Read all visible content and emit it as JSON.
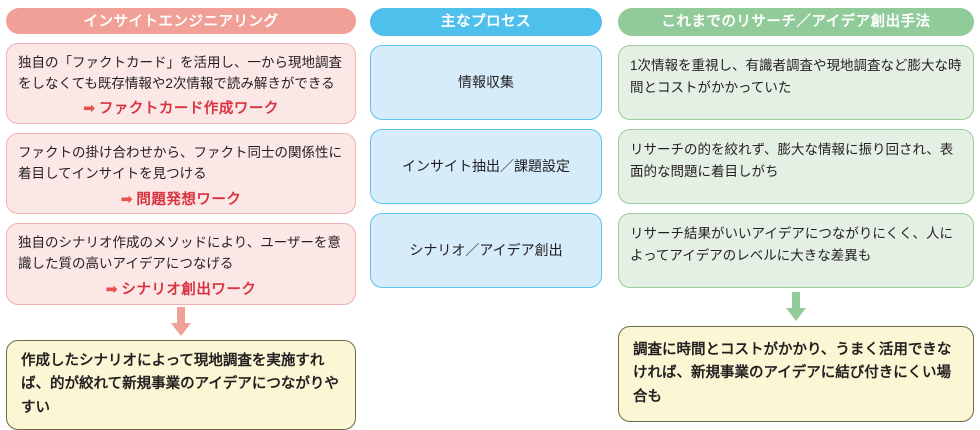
{
  "colors": {
    "pink_header": "#f0a097",
    "blue_header": "#4fc0ec",
    "green_header": "#92cb9a",
    "pink_body": "#fbe7e6",
    "blue_body": "#d6ecfa",
    "green_body": "#e4f0e3",
    "conclusion_body": "#fbf7d5",
    "work_text": "#d9333f",
    "pink_arrow": "#f0a097",
    "green_arrow": "#92cb9a"
  },
  "columns": {
    "left": {
      "header": "インサイトエンジニアリング",
      "items": [
        {
          "desc": "独自の「ファクトカード」を活用し、一から現地調査をしなくても既存情報や2次情報で読み解きができる",
          "arrow_icon": "➡",
          "work": "ファクトカード作成ワーク"
        },
        {
          "desc": "ファクトの掛け合わせから、ファクト同士の関係性に着目してインサイトを見つける",
          "arrow_icon": "➡",
          "work": "問題発想ワーク"
        },
        {
          "desc": "独自のシナリオ作成のメソッドにより、ユーザーを意識した質の高いアイデアにつなげる",
          "arrow_icon": "➡",
          "work": "シナリオ創出ワーク"
        }
      ],
      "conclusion": "作成したシナリオによって現地調査を実施すれば、的が絞れて新規事業のアイデアにつながりやすい"
    },
    "middle": {
      "header": "主なプロセス",
      "items": [
        {
          "label": "情報収集"
        },
        {
          "label": "インサイト抽出／課題設定"
        },
        {
          "label": "シナリオ／アイデア創出"
        }
      ]
    },
    "right": {
      "header": "これまでのリサーチ／アイデア創出手法",
      "items": [
        {
          "desc": "1次情報を重視し、有識者調査や現地調査など膨大な時間とコストがかかっていた"
        },
        {
          "desc": "リサーチの的を絞れず、膨大な情報に振り回され、表面的な問題に着目しがち"
        },
        {
          "desc": "リサーチ結果がいいアイデアにつながりにくく、人によってアイデアのレベルに大きな差異も"
        }
      ],
      "conclusion": "調査に時間とコストがかかり、うまく活用できなければ、新規事業のアイデアに結び付きにくい場合も"
    }
  }
}
